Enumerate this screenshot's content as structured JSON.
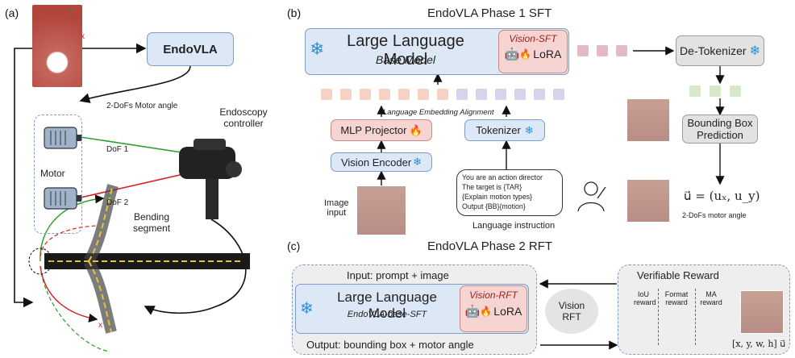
{
  "panel_a": {
    "label": "(a)",
    "endovla": "EndoVLA",
    "motor_angle": "2-DoFs Motor angle",
    "endoscopy_controller_line1": "Endoscopy",
    "endoscopy_controller_line2": "controller",
    "dof1": "DoF 1",
    "dof2": "DoF 2",
    "motor": "Motor",
    "bending_line1": "Bending",
    "bending_line2": "segment",
    "axis_y": "y",
    "axis_x": "x"
  },
  "panel_b": {
    "label": "(b)",
    "title": "EndoVLA Phase 1 SFT",
    "llm_title": "Large Language Model",
    "llm_subtitle": "Base Model",
    "vision_sft": "Vision-SFT",
    "lora": "LoRA",
    "detokenizer": "De-Tokenizer",
    "lang_embed": "Language Embedding Alignment",
    "mlp": "MLP Projector",
    "tokenizer": "Tokenizer",
    "vision_encoder": "Vision Encoder",
    "image_input_line1": "Image",
    "image_input_line2": "input",
    "prompt_lines": [
      "You are an action director",
      "The target is {TAR}",
      "{Explain motion types}",
      "Output {BB}{motion}"
    ],
    "language_instruction": "Language instruction",
    "bbox_line1": "Bounding Box",
    "bbox_line2": "Prediction",
    "formula": "u⃗ = (uₓ, u_y)",
    "motor_angle_caption": "2-DoFs motor angle"
  },
  "panel_c": {
    "label": "(c)",
    "title": "EndoVLA Phase 2 RFT",
    "input_text": "Input: prompt + image",
    "llm_title": "Large Language Model",
    "llm_subtitle": "EndoVLA-base-SFT",
    "vision_rft": "Vision-RFT",
    "lora": "LoRA",
    "rft_line1": "Vision",
    "rft_line2": "RFT",
    "output_text": "Output: bounding box + motor angle",
    "verifiable_reward": "Verifiable Reward",
    "iou_line1": "IoU",
    "iou_line2": "reward",
    "format_line1": "Format",
    "format_line2": "reward",
    "ma_line1": "MA",
    "ma_line2": "reward",
    "vector_caption": "[x, y, w, h] u⃗"
  },
  "icons": [
    "snowflake-icon",
    "fire-icon",
    "robot-icon",
    "target-icon",
    "document-icon",
    "scale-icon",
    "person-icon"
  ],
  "colors": {
    "frozen_blue": "#2c8fd6",
    "trainable_red": "#f6d4d2",
    "box_blue": "#dde8f7",
    "token_peach": "#f7d2c4",
    "token_purple": "#d9d2ec",
    "token_pink": "#e3b9c8",
    "token_green": "#d8e9c9"
  }
}
